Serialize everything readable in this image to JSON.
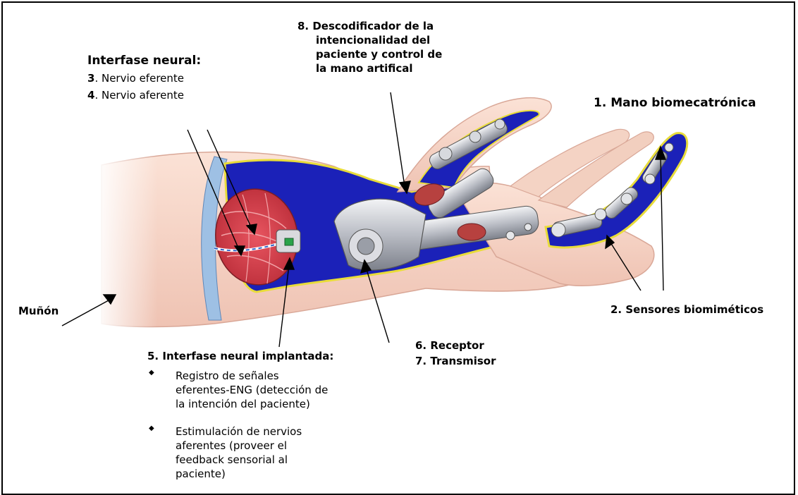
{
  "labels": {
    "decoder": [
      "8. Descodificador de la",
      "intencionalidad del",
      "paciente y control de",
      "la mano artifical"
    ],
    "neural_interface_heading": "Interfase neural:",
    "nerve_efferent_num": "3",
    "nerve_efferent_text": ". Nervio eferente",
    "nerve_afferent_num": "4",
    "nerve_afferent_text": ". Nervio aferente",
    "hand": "1. Mano biomecatrónica",
    "stump": "Muñón",
    "sensors": "2. Sensores biomiméticos",
    "receiver": "6. Receptor",
    "transmitter": "7. Transmisor",
    "implant_heading": "5. Interfase neural implantada:",
    "implant_bullets": [
      [
        "Registro de señales",
        "eferentes-ENG (detección de",
        "la intención del paciente)"
      ],
      [
        "Estimulación de nervios",
        "aferentes (proveer el",
        "feedback sensorial al",
        "paciente)"
      ]
    ]
  },
  "colors": {
    "skin": "#f6d2c4",
    "skin_shadow": "#e9b7a8",
    "prosthesis_blue": "#1a1fb3",
    "prosthesis_yellow": "#e8dc3a",
    "muscle_red": "#d8404a",
    "metal": "#c9ccd2",
    "brace_blue": "#8fb4dc"
  }
}
